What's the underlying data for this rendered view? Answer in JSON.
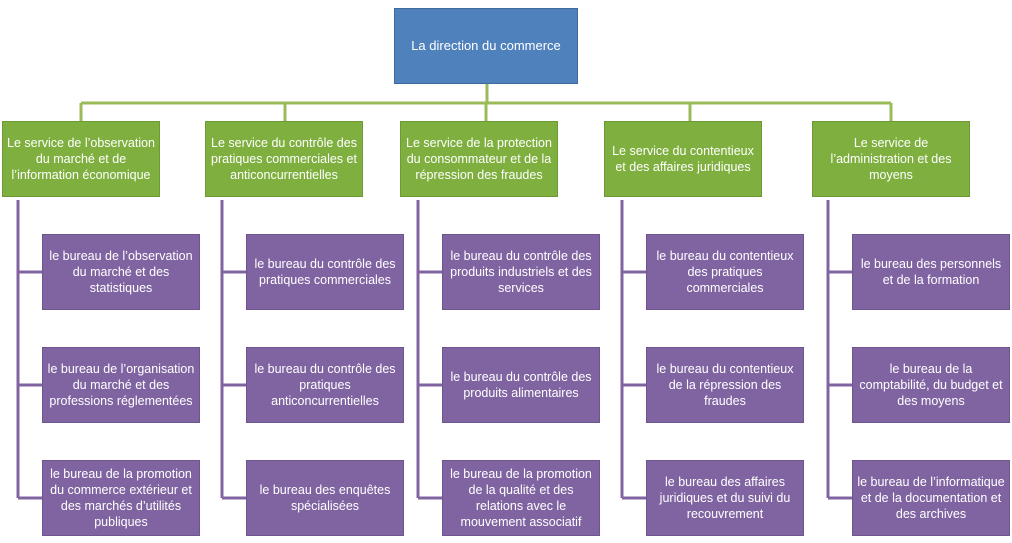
{
  "root": {
    "label": "La direction du commerce"
  },
  "colors": {
    "root": "#4f81bd",
    "service": "#7fb03f",
    "bureau": "#8064a2",
    "connector": "#9bbb59"
  },
  "services": [
    {
      "label": "Le service de l’observation du marché et de l’information économique",
      "bureaus": [
        "le bureau de l’observation du marché et des statistiques",
        "le bureau de l’organisation du marché et des professions réglementées",
        "le bureau de la promotion du commerce extérieur et des marchés d’utilités publiques"
      ]
    },
    {
      "label": "Le service du contrôle des pratiques commerciales et anticoncurrentielles",
      "bureaus": [
        "le bureau du contrôle des pratiques commerciales",
        "le bureau du contrôle des pratiques anticoncurrentielles",
        "le bureau des enquêtes spécialisées"
      ]
    },
    {
      "label": "Le service de la protection du consommateur et de la répression des fraudes",
      "bureaus": [
        "le bureau du contrôle des produits industriels et des services",
        "le bureau du contrôle des produits alimentaires",
        "le bureau de la promotion de la qualité et des relations avec le mouvement associatif"
      ]
    },
    {
      "label": "Le service du contentieux et des affaires juridiques",
      "bureaus": [
        "le bureau du contentieux des pratiques commerciales",
        "le bureau du contentieux de la répression des fraudes",
        "le bureau des affaires juridiques et du suivi du recouvrement"
      ]
    },
    {
      "label": "Le service de l’administration et des moyens",
      "bureaus": [
        "le bureau des personnels et de la formation",
        "le bureau de la comptabilité, du budget et des moyens",
        "le bureau de l’informatique et de la documentation et des archives"
      ]
    }
  ]
}
